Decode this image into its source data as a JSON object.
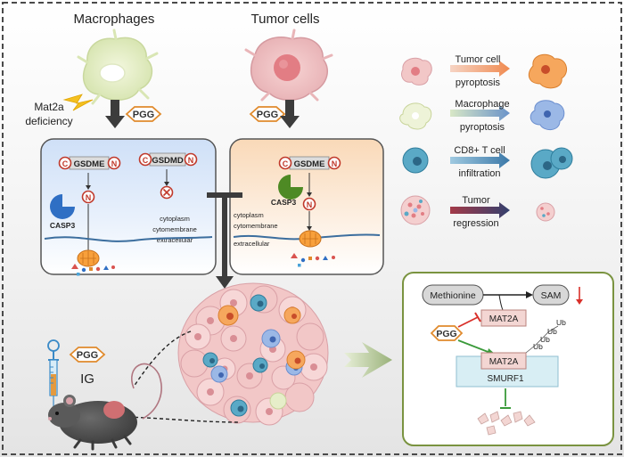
{
  "cells": {
    "macrophages_title": "Macrophages",
    "tumor_title": "Tumor cells"
  },
  "labels": {
    "mat2a_line1": "Mat2a",
    "mat2a_line2": "deficiency",
    "pgg": "PGG",
    "ig": "IG"
  },
  "mac_panel": {
    "gsdme": "GSDME",
    "gsdmd": "GSDMD",
    "c": "C",
    "n": "N",
    "casp3": "CASP3",
    "cytoplasm": "cytoplasm",
    "cytomembrane": "cytomembrane",
    "extracellular": "extracellular"
  },
  "tumor_panel": {
    "gsdme": "GSDME",
    "c": "C",
    "n": "N",
    "casp3": "CASP3",
    "cytoplasm": "cytoplasm",
    "cytomembrane": "cytomembrane",
    "extracellular": "extracellular"
  },
  "legend": [
    {
      "line1": "Tumor cell",
      "line2": "pyroptosis"
    },
    {
      "line1": "Macrophage",
      "line2": "pyroptosis"
    },
    {
      "line1": "CD8+ T cell",
      "line2": "infiltration"
    },
    {
      "line1": "Tumor",
      "line2": "regression"
    }
  ],
  "mechanism": {
    "methionine": "Methionine",
    "sam": "SAM",
    "mat2a_top": "MAT2A",
    "pgg": "PGG",
    "mat2a_bottom": "MAT2A",
    "smurf1": "SMURF1",
    "ub": "Ub"
  },
  "colors": {
    "frame": "#4a4a4a",
    "mech_border": "#7a9340",
    "arrow_dark": "#3c3c3c",
    "pgg_orange": "#e08a2c",
    "c_red": "#c0392b",
    "casp3_blue": "#2f6fc4",
    "casp3_green": "#4e8a24",
    "membrane": "#3c6e9e"
  }
}
